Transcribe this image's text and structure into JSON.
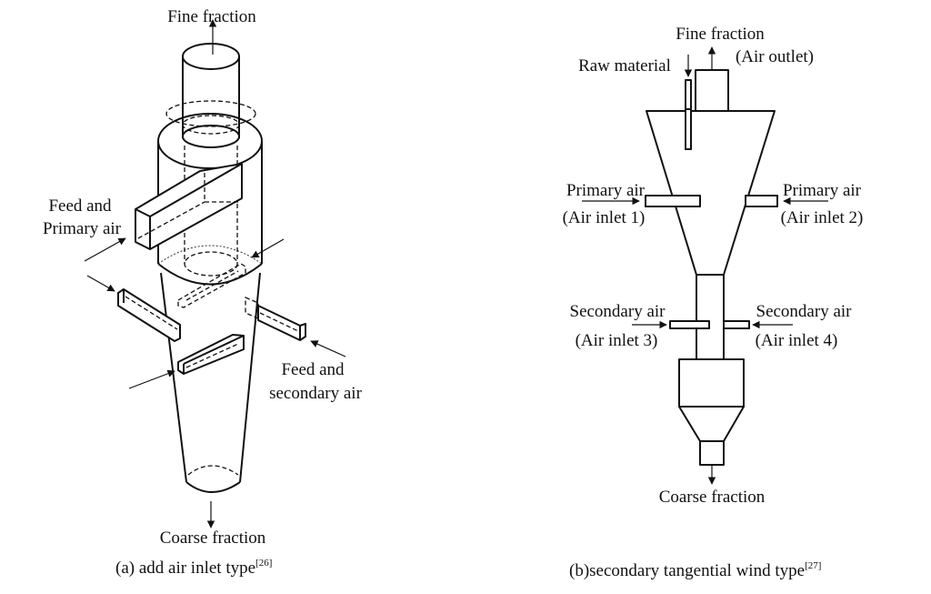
{
  "figure_a": {
    "labels": {
      "fine_fraction": "Fine fraction",
      "feed_primary_line1": "Feed and",
      "feed_primary_line2": "Primary air",
      "feed_secondary_line1": "Feed and",
      "feed_secondary_line2": "secondary air",
      "coarse_fraction": "Coarse fraction"
    },
    "caption": "(a) add air inlet type",
    "caption_ref": "[26]"
  },
  "figure_b": {
    "labels": {
      "fine_fraction": "Fine fraction",
      "air_outlet": "(Air outlet)",
      "raw_material": "Raw material",
      "primary_air_left": "Primary air",
      "air_inlet_1": "(Air inlet 1)",
      "primary_air_right": "Primary air",
      "air_inlet_2": "(Air inlet 2)",
      "secondary_air_left": "Secondary air",
      "air_inlet_3": "(Air inlet 3)",
      "secondary_air_right": "Secondary air",
      "air_inlet_4": "(Air inlet 4)",
      "coarse_fraction": "Coarse fraction"
    },
    "caption": "(b)secondary tangential wind type",
    "caption_ref": "[27]"
  }
}
